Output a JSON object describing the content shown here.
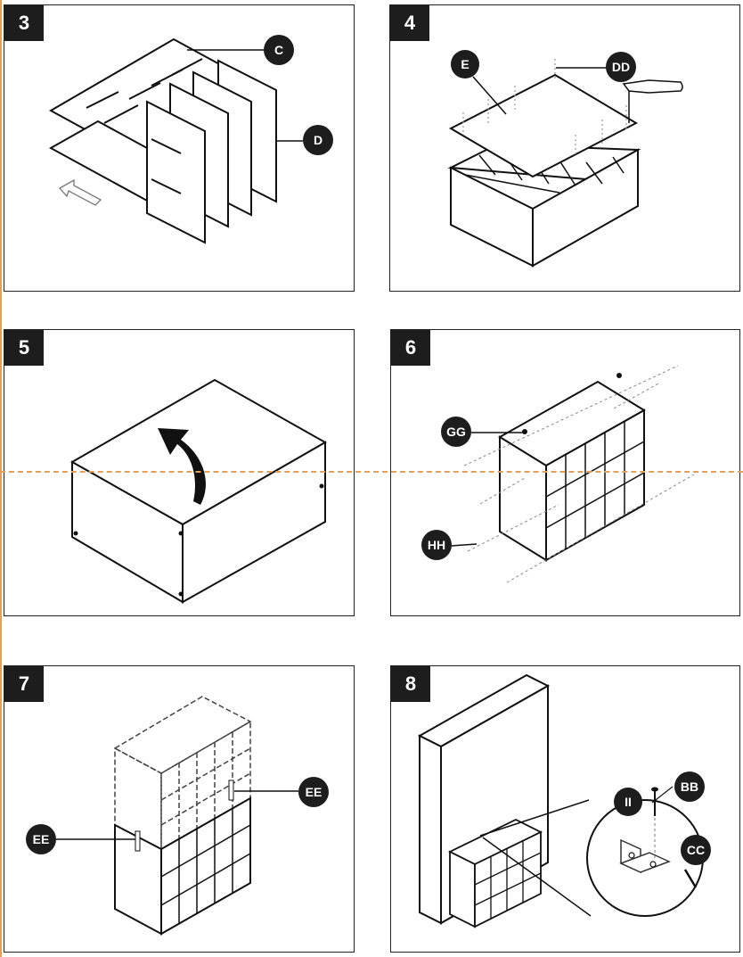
{
  "steps": [
    {
      "number": "3",
      "callouts": [
        "C",
        "D"
      ]
    },
    {
      "number": "4",
      "callouts": [
        "E",
        "DD"
      ]
    },
    {
      "number": "5",
      "callouts": []
    },
    {
      "number": "6",
      "callouts": [
        "GG",
        "HH"
      ]
    },
    {
      "number": "7",
      "callouts": [
        "EE",
        "EE"
      ]
    },
    {
      "number": "8",
      "callouts": [
        "II",
        "BB",
        "CC"
      ]
    }
  ],
  "colors": {
    "accent_orange": "#e2a15a",
    "ink": "#1d1d1d"
  }
}
